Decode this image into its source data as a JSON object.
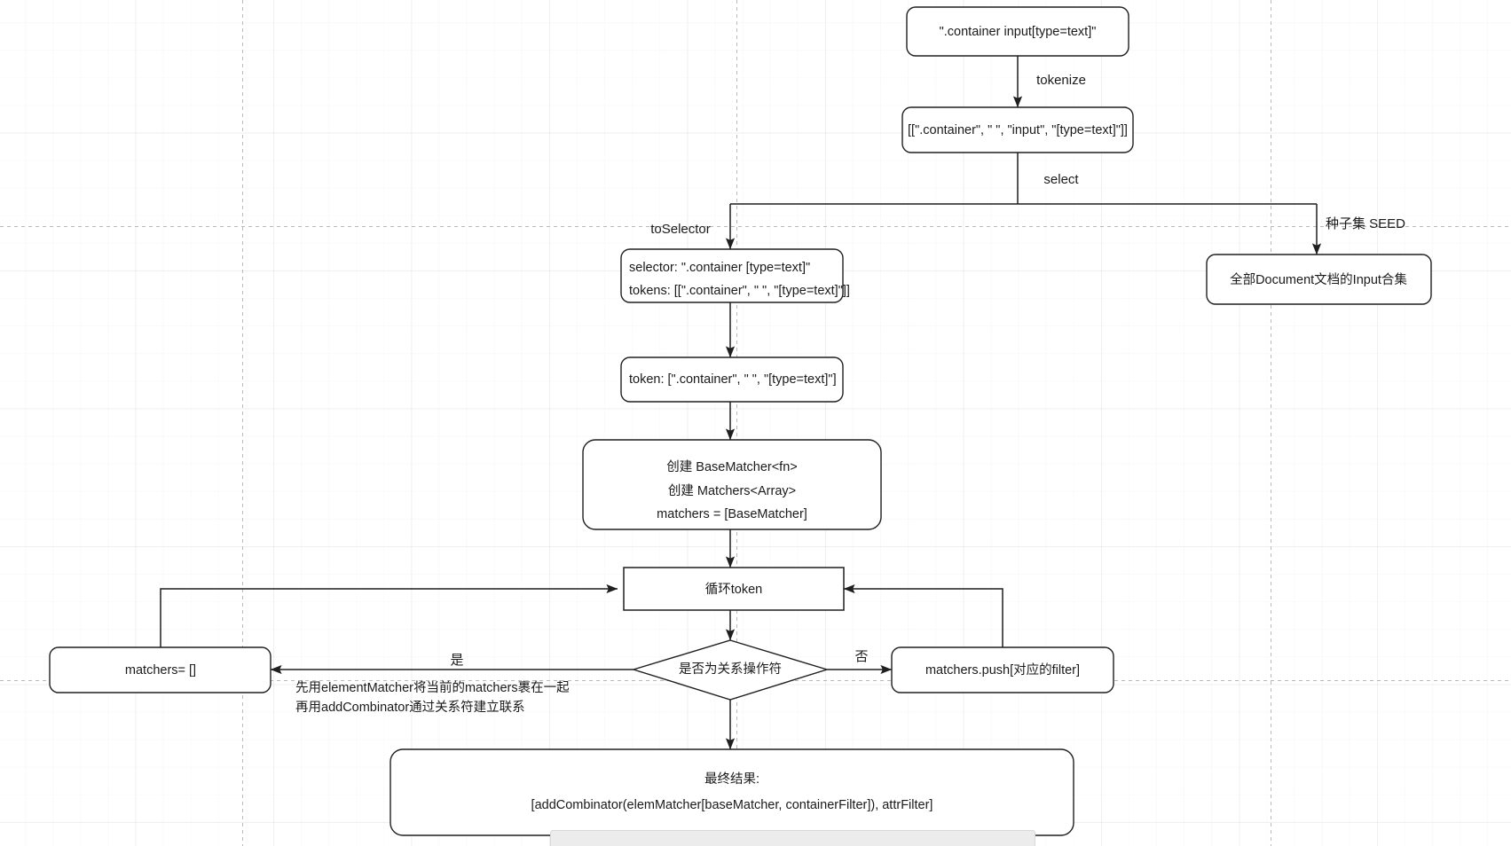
{
  "diagram": {
    "title": "CSS selector compile flow",
    "colors": {
      "node_stroke": "#1f1f1f",
      "node_fill": "#ffffff",
      "edge": "#1f1f1f",
      "grid": "#ebebeb",
      "guide": "#b9b9b9"
    },
    "nodes": {
      "selector_string": {
        "line1": "\".container input[type=text]\""
      },
      "tokens": {
        "line1": "[[\".container\", \" \", \"input\", \"[type=text]\"]]"
      },
      "selector_obj": {
        "line1": "selector: \".container [type=text]\"",
        "line2": "tokens: [[\".container\", \" \", \"[type=text]\"]]"
      },
      "seed_set": {
        "line1": "全部Document文档的Input合集"
      },
      "token": {
        "line1": "token: [\".container\", \" \", \"[type=text]\"]"
      },
      "create_matchers": {
        "line1": "创建 BaseMatcher<fn>",
        "line2": "创建 Matchers<Array>",
        "line3": "matchers = [BaseMatcher]"
      },
      "loop_token": {
        "line1": "循环token"
      },
      "decision": {
        "line1": "是否为关系操作符"
      },
      "matchers_reset": {
        "line1": "matchers= []"
      },
      "matchers_push": {
        "line1": "matchers.push[对应的filter]"
      },
      "final_result": {
        "line1": "最终结果:",
        "line2": "[addCombinator(elemMatcher[baseMatcher, containerFilter]), attrFilter]"
      }
    },
    "edge_labels": {
      "tokenize": "tokenize",
      "select": "select",
      "to_selector": "toSelector",
      "seed": "种子集 SEED",
      "yes": "是",
      "no": "否"
    },
    "annotations": {
      "combinator_note_line1": "先用elementMatcher将当前的matchers裹在一起",
      "combinator_note_line2": "再用addCombinator通过关系符建立联系"
    }
  }
}
